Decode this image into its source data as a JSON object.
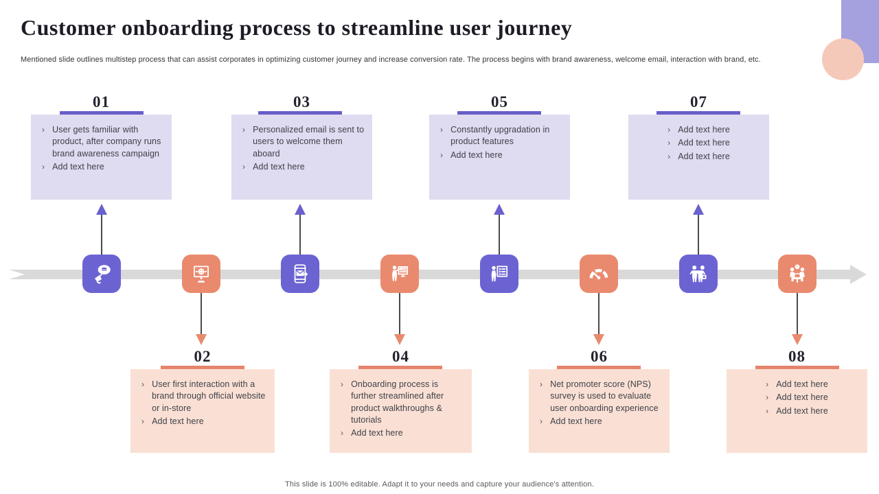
{
  "slide": {
    "title": "Customer onboarding process to streamline user journey",
    "subtitle": "Mentioned slide outlines multistep process that can assist corporates in optimizing customer journey and increase conversion rate. The process begins with brand awareness, welcome email, interaction with brand, etc.",
    "footer": "This slide is 100% editable. Adapt it to your needs and capture your audience's attention."
  },
  "colors": {
    "purple_accent": "#6c63d2",
    "purple_light": "#dfdbf0",
    "salmon_accent": "#e98a6e",
    "salmon_light": "#fae0d4",
    "timeline_gray": "#d9d9d9"
  },
  "bullet_marker": "›",
  "steps": [
    {
      "number": "01",
      "position": "top",
      "accent": "purple",
      "icon": "megaphone-announcement-icon",
      "bullets": [
        "User gets familiar with product, after company runs brand awareness campaign",
        "Add text here"
      ]
    },
    {
      "number": "02",
      "position": "bottom",
      "accent": "salmon",
      "icon": "website-monitor-icon",
      "bullets": [
        "User first interaction with a brand through official website or in-store",
        "Add text here"
      ]
    },
    {
      "number": "03",
      "position": "top",
      "accent": "purple",
      "icon": "mobile-email-icon",
      "bullets": [
        "Personalized email is sent to users to welcome them aboard",
        "Add text here"
      ]
    },
    {
      "number": "04",
      "position": "bottom",
      "accent": "salmon",
      "icon": "walkthrough-presentation-icon",
      "bullets": [
        "Onboarding process is further streamlined after product walkthroughs & tutorials",
        "Add text here"
      ]
    },
    {
      "number": "05",
      "position": "top",
      "accent": "purple",
      "icon": "feature-checklist-icon",
      "bullets": [
        "Constantly upgradation in product features",
        "Add text here"
      ]
    },
    {
      "number": "06",
      "position": "bottom",
      "accent": "salmon",
      "icon": "nps-gauge-icon",
      "bullets": [
        "Net promoter score (NPS) survey is used to evaluate user onboarding experience",
        "Add text here"
      ]
    },
    {
      "number": "07",
      "position": "top",
      "accent": "purple",
      "icon": "handshake-people-icon",
      "bullets": [
        "Add text here",
        "Add text here",
        "Add text here"
      ]
    },
    {
      "number": "08",
      "position": "bottom",
      "accent": "salmon",
      "icon": "meeting-table-icon",
      "bullets": [
        "Add text here",
        "Add text here",
        "Add text here"
      ]
    }
  ]
}
